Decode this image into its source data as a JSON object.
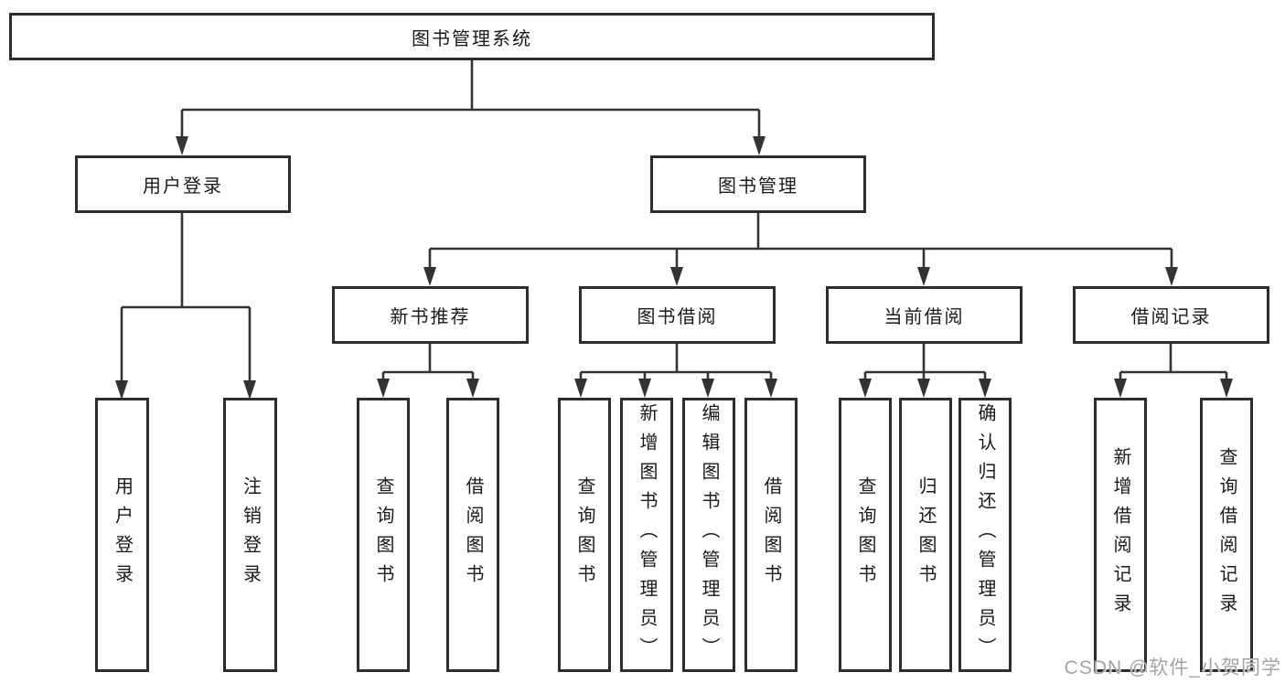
{
  "diagram_title": "图书管理系统",
  "tree": {
    "label": "图书管理系统",
    "children": [
      {
        "label": "用户登录",
        "children": [
          {
            "label": "用户登录"
          },
          {
            "label": "注销登录"
          }
        ]
      },
      {
        "label": "图书管理",
        "children": [
          {
            "label": "新书推荐",
            "children": [
              {
                "label": "查询图书"
              },
              {
                "label": "借阅图书"
              }
            ]
          },
          {
            "label": "图书借阅",
            "children": [
              {
                "label": "查询图书"
              },
              {
                "label": "新增图书（管理员）"
              },
              {
                "label": "编辑图书（管理员）"
              },
              {
                "label": "借阅图书"
              }
            ]
          },
          {
            "label": "当前借阅",
            "children": [
              {
                "label": "查询图书"
              },
              {
                "label": "归还图书"
              },
              {
                "label": "确认归还（管理员）"
              }
            ]
          },
          {
            "label": "借阅记录",
            "children": [
              {
                "label": "新增借阅记录"
              },
              {
                "label": "查询借阅记录"
              }
            ]
          }
        ]
      }
    ]
  },
  "watermark": {
    "text": "CSDN @软件_小贺同学"
  },
  "colors": {
    "line": "#333333",
    "box_border": "#2d2d2d",
    "text": "#1a1a1a",
    "background": "#ffffff",
    "watermark": "#a3a3a3"
  }
}
